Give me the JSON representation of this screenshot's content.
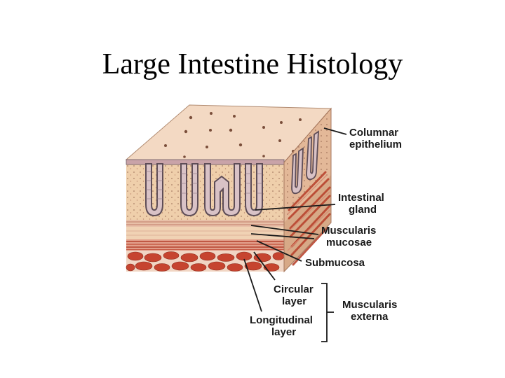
{
  "title": "Large Intestine Histology",
  "labels": {
    "columnar_epithelium": [
      "Columnar",
      "epithelium"
    ],
    "intestinal_gland": [
      "Intestinal",
      "gland"
    ],
    "muscularis_mucosae": [
      "Muscularis",
      "mucosae"
    ],
    "submucosa": [
      "Submucosa"
    ],
    "circular_layer": [
      "Circular",
      "layer"
    ],
    "longitudinal_layer": [
      "Longitudinal",
      "layer"
    ],
    "muscularis_externa": [
      "Muscularis",
      "externa"
    ]
  },
  "colors": {
    "mucosa": "#efcfab",
    "mucosa_top": "#f3d9c3",
    "side_face": "#d7a987",
    "gland_outline": "#6b5a63",
    "muscle_red": "#c6442f",
    "submucosa": "#f0d2b4"
  }
}
